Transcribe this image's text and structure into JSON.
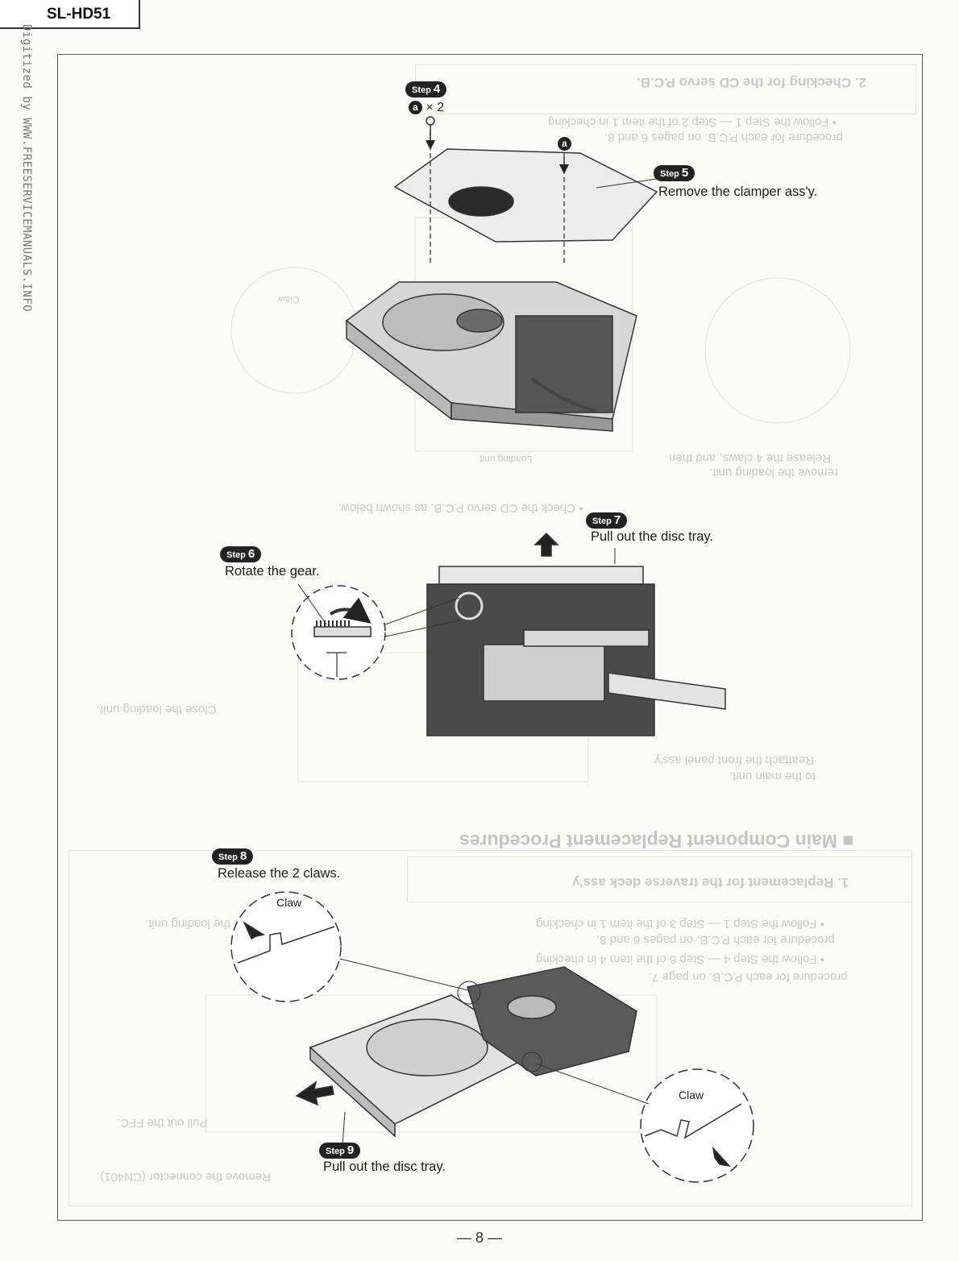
{
  "header": {
    "model": "SL-HD51"
  },
  "watermark": "Digitized by WWW.FREESERVICEMANUALS.INFO",
  "steps": [
    {
      "id": "step4",
      "badge": "Step",
      "number": "4",
      "screw_mark": "a",
      "screw_count": "× 2"
    },
    {
      "id": "step5",
      "badge": "Step",
      "number": "5",
      "text": "Remove the clamper ass'y."
    },
    {
      "id": "step6",
      "badge": "Step",
      "number": "6",
      "text": "Rotate the gear."
    },
    {
      "id": "step7",
      "badge": "Step",
      "number": "7",
      "text": "Pull out the disc tray."
    },
    {
      "id": "step8",
      "badge": "Step",
      "number": "8",
      "text": "Release the 2 claws."
    },
    {
      "id": "step9",
      "badge": "Step",
      "number": "9",
      "text": "Pull out the disc tray."
    }
  ],
  "callouts": {
    "claw_upper": "Claw",
    "claw_lower": "Claw",
    "screw_mark": "a"
  },
  "bleed_through": {
    "heading_checking": "2. Checking for the CD servo P.C.B.",
    "line_follow": "• Follow the Step 1 — Step 2 of the item 1 in checking",
    "line_pages": "procedure for each P.C.B. on pages 6 and 8.",
    "loading_unit": "Loading unit",
    "claw_ghost": "Claw",
    "release_claws": "Release the 4 claws, and then",
    "remove_loading": "remove the loading unit.",
    "check_servo": "• Check the CD servo P.C.B. as shown below.",
    "close_loading": "Close the loading unit.",
    "reattach_panel": "Reattach the front panel ass'y",
    "to_main_unit": "to the main unit.",
    "main_heading": "■ Main Component Replacement Procedures",
    "sub_heading": "1. Replacement for the traverse deck ass'y",
    "follow_1": "• Follow the Step 1 — Step 3 of the item 1 in checking",
    "follow_2": "procedure for each P.C.B. on pages 6 and 8.",
    "follow_3": "• Follow the Step 4 — Step 6 of the item 4 in checking",
    "follow_4": "procedure for each P.C.B. on page 7.",
    "remove_loading_unit": "Remove the loading unit.",
    "pull_ffc": "Pull out the FFC.",
    "remove_connector": "Remove the connector (CN401)."
  },
  "footer": {
    "page": "— 8 —"
  }
}
